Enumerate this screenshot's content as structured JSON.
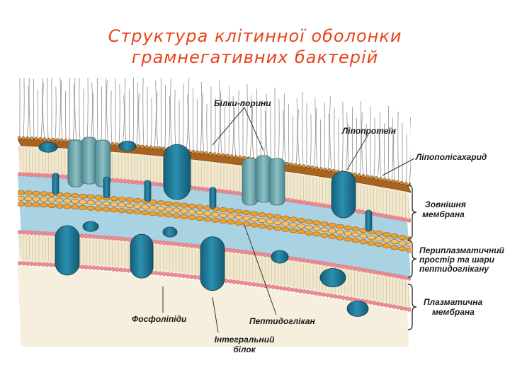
{
  "title": {
    "line1": "Структура клітинної оболонки",
    "line2": "грамнегативних бактерій"
  },
  "labels": {
    "porins": "Білки-порини",
    "lipoprotein": "Ліпопротеїн",
    "lps": "Ліпополісахарид",
    "outer_membrane_1": "Зовнішня",
    "outer_membrane_2": "мембрана",
    "periplasm_1": "Периплазматичний",
    "periplasm_2": "простір та шари",
    "periplasm_3": "пептидоглікану",
    "plasma_membrane_1": "Плазматична",
    "plasma_membrane_2": "мембрана",
    "phospholipids": "Фосфоліпіди",
    "peptidoglycan": "Пептидоглікан",
    "integral_1": "Інтегральний",
    "integral_2": "білок"
  },
  "colors": {
    "title": "#e8431b",
    "lipid_head_outer": "#f08a92",
    "lipid_head_inner": "#ee8d98",
    "lps_band": "#a8641e",
    "periplasm": "#a9d2e3",
    "peptidoglycan": "#f0a030",
    "protein": "#1f7896",
    "porin": "#6aa6ad",
    "tail_band": "#f1e8cf"
  }
}
